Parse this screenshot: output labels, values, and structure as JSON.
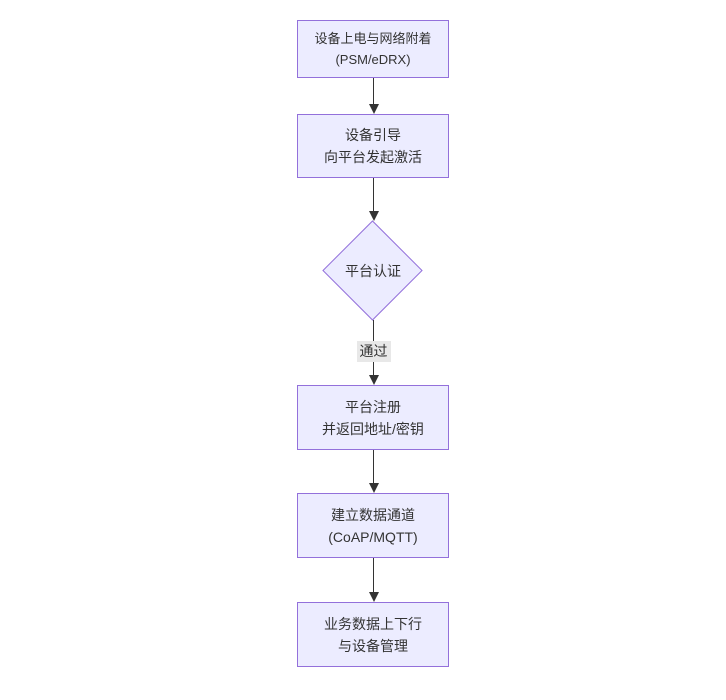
{
  "diagram": {
    "type": "flowchart",
    "direction": "top-down",
    "colors": {
      "background": "#ffffff",
      "node_fill": "#ECECFF",
      "node_border": "#9370DB",
      "text": "#333333",
      "edge": "#333333",
      "edge_label_bg": "#e8e8e8"
    },
    "nodes": [
      {
        "id": "power-on-attach",
        "shape": "rect",
        "line1": "设备上电与网络附着",
        "line2": "(PSM/eDRX)"
      },
      {
        "id": "bootstrap",
        "shape": "rect",
        "line1": "设备引导",
        "line2": "向平台发起激活"
      },
      {
        "id": "platform-auth",
        "shape": "diamond",
        "line1": "平台认证",
        "line2": ""
      },
      {
        "id": "platform-register",
        "shape": "rect",
        "line1": "平台注册",
        "line2": "并返回地址/密钥"
      },
      {
        "id": "data-channel",
        "shape": "rect",
        "line1": "建立数据通道",
        "line2": "(CoAP/MQTT)"
      },
      {
        "id": "business-data",
        "shape": "rect",
        "line1": "业务数据上下行",
        "line2": "与设备管理"
      }
    ],
    "edges": [
      {
        "from": "power-on-attach",
        "to": "bootstrap",
        "label": ""
      },
      {
        "from": "bootstrap",
        "to": "platform-auth",
        "label": ""
      },
      {
        "from": "platform-auth",
        "to": "platform-register",
        "label": "通过"
      },
      {
        "from": "platform-register",
        "to": "data-channel",
        "label": ""
      },
      {
        "from": "data-channel",
        "to": "business-data",
        "label": ""
      }
    ]
  }
}
